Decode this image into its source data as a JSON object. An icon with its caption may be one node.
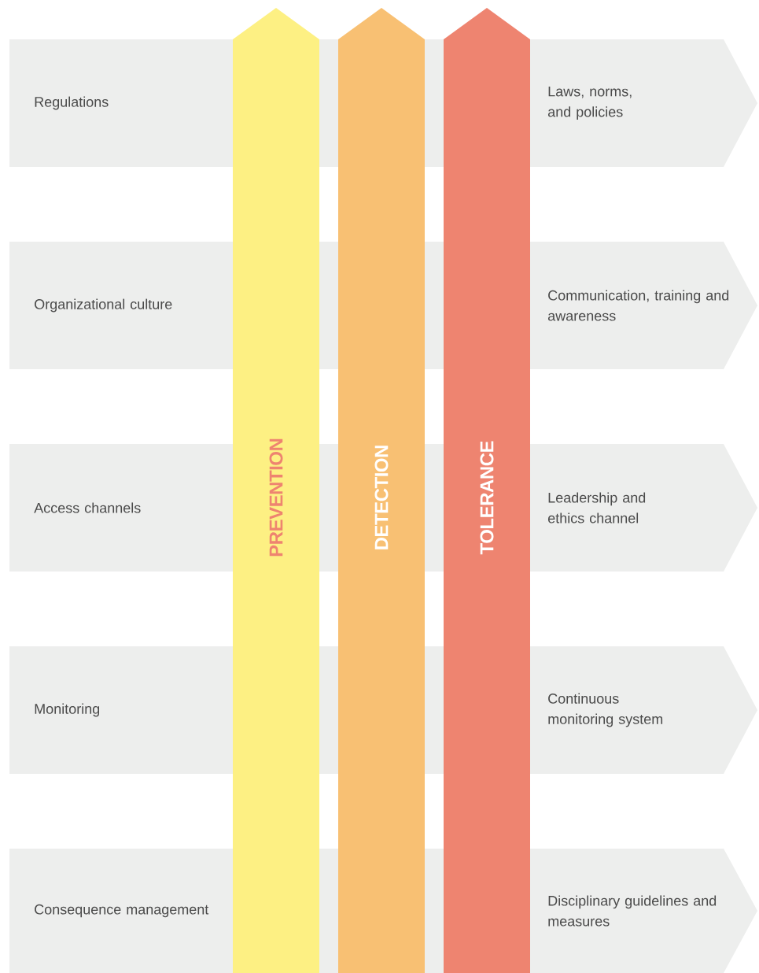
{
  "diagram": {
    "nodes": [
      {
        "text": [
          "PREVENTION"
        ]
      },
      {
        "text": [
          "DETECTION"
        ]
      },
      {
        "text": [
          "TOLERANCE"
        ]
      },
      {
        "text": [
          "Regulations",
          "Laws, norms, and policies"
        ]
      },
      {
        "text": [
          "Organizational culture",
          "Communication, training and awareness"
        ]
      },
      {
        "text": [
          "Access channels",
          "Leadership and ethics channel"
        ]
      },
      {
        "text": [
          "Monitoring",
          "Continuous monitoring system"
        ]
      },
      {
        "text": [
          "Consequence management",
          "Disciplinary guidelines and measures"
        ]
      }
    ]
  }
}
